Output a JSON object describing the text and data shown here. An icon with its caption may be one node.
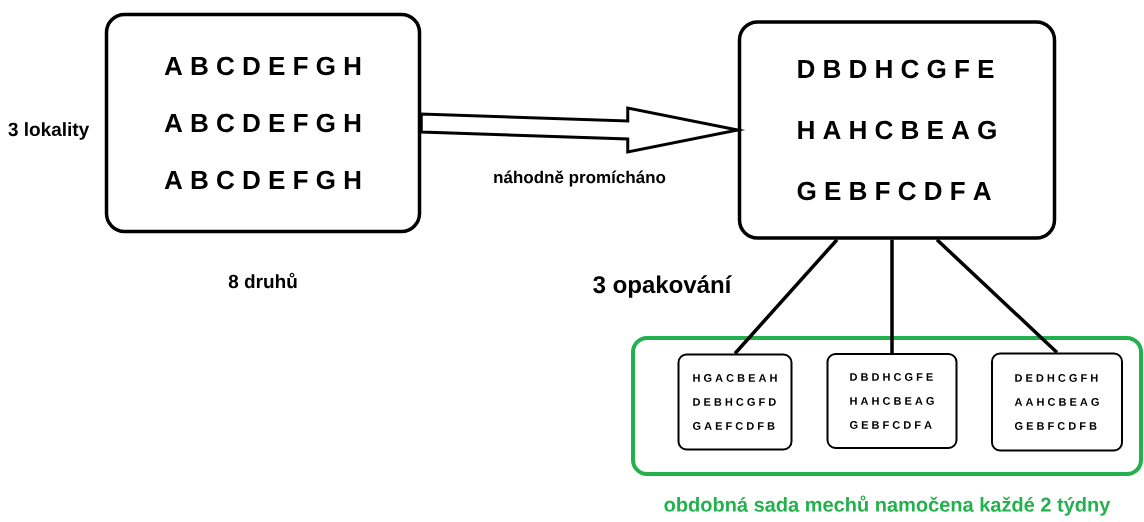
{
  "diagram": {
    "nodes": [
      {
        "text": [
          "A B C D E F G H",
          "A B C D E F G H",
          "A B C D E F G H"
        ],
        "beside": [
          "3 lokality",
          "8 druhů"
        ]
      },
      {
        "text": [
          "D B D H C G F E",
          "H A H C B E A G",
          "G E B F C D F A"
        ],
        "beside": [
          "3 opakování"
        ]
      },
      {
        "text": [
          "obdobná sada mechů namočena každé 2 týdny"
        ]
      },
      {
        "text": [
          "H G A C B E A H",
          "D E B H C G F D",
          "G A E F C D F B"
        ],
        "in": 2
      },
      {
        "text": [
          "D B D H C G F E",
          "H A H C B E A G",
          "G E B F C D F A"
        ],
        "in": 2
      },
      {
        "text": [
          "D E D H C G F H",
          "A A H C B E A G",
          "G E B F C D F B"
        ],
        "in": 2
      }
    ],
    "edges": [
      {
        "from": 0,
        "to": 1,
        "arrow": "to",
        "style": "thick",
        "label": "náhodně promícháno"
      },
      {
        "from": 1,
        "to": 3,
        "arrow": "none"
      },
      {
        "from": 1,
        "to": 4,
        "arrow": "none"
      },
      {
        "from": 1,
        "to": 5,
        "arrow": "none"
      }
    ]
  }
}
